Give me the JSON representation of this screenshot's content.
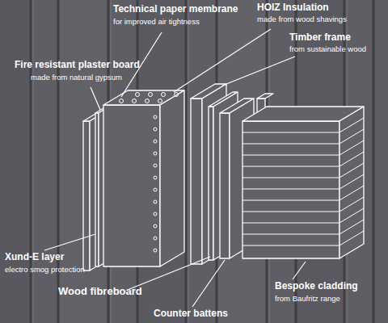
{
  "diagram": {
    "labels": [
      "Technical paper membrane",
      "for improved air tightness",
      "HOIZ Insulation",
      "made from wood shavings",
      "Timber frame",
      "from sustainable wood",
      "Fire resistant plaster board",
      "made from natural gypsum",
      "Xund-E layer",
      "electro smog protection",
      "Wood fibreboard",
      "Bespoke cladding",
      "from Baufritz range",
      "Counter battens"
    ]
  }
}
